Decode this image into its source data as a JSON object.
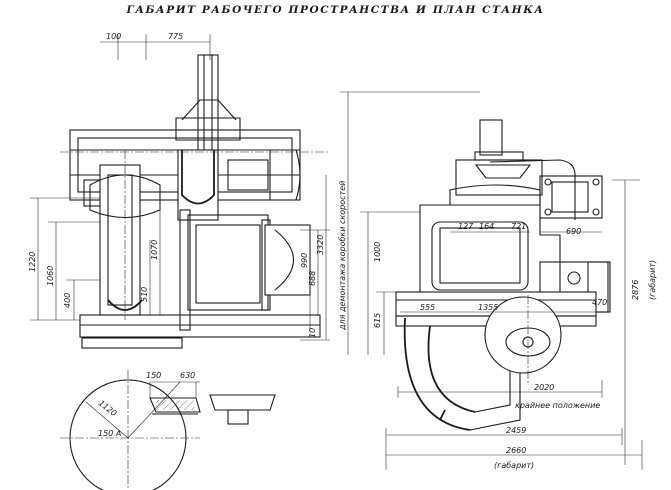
{
  "title": "ГАБАРИТ РАБОЧЕГО ПРОСТРАНСТВА И ПЛАН СТАНКА",
  "left_view": {
    "dims_top": [
      "100",
      "775"
    ],
    "dims_left": [
      "1220",
      "1060",
      "400"
    ],
    "dims_inner": [
      "510",
      "1070"
    ],
    "dims_right": [
      "3320",
      "990",
      "688",
      "10"
    ]
  },
  "table_view": {
    "dims": [
      "150",
      "630",
      "1120",
      "150 А"
    ]
  },
  "plan_view": {
    "dim_vertical_note": "для демонтажа коробки скоростей",
    "dims_vertical": [
      "1000",
      "615"
    ],
    "dims_top": [
      "127",
      "164",
      "721",
      "690"
    ],
    "dims_mid": [
      "555",
      "1355",
      "470"
    ],
    "dims_right": [
      "2876",
      "(габарит)"
    ],
    "dim_2020": "2020",
    "note_extreme": "крайнее положение",
    "dim_2459": "2459",
    "dim_2660": "2660",
    "note_gabarit": "(габарит)"
  }
}
